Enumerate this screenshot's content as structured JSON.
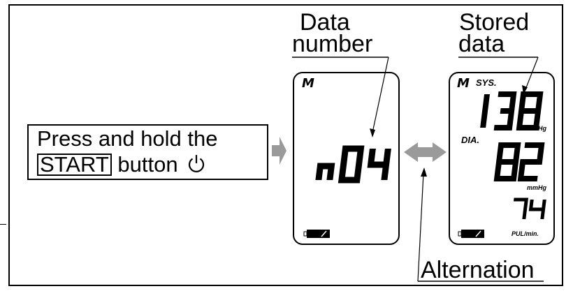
{
  "labels": {
    "data_number_line1": "Data",
    "data_number_line2": "number",
    "stored_data_line1": "Stored",
    "stored_data_line2": "data",
    "alternation": "Alternation"
  },
  "instruction": {
    "line1": "Press and hold the",
    "start_label": "START",
    "line2_rest": " button",
    "power_icon": "power-icon"
  },
  "display_left": {
    "logo": "M",
    "value": "n04",
    "battery_icon": "battery-icon"
  },
  "display_right": {
    "logo": "M",
    "sys_label": "SYS.",
    "sys_value": "138",
    "sys_unit": "mmHg",
    "dia_label": "DIA.",
    "dia_value": "82",
    "dia_unit": "mmHg",
    "pulse_value": "74",
    "pulse_unit": "PUL/min.",
    "battery_icon": "battery-icon"
  },
  "colors": {
    "arrow": "#9a9a9a",
    "line": "#000000"
  }
}
